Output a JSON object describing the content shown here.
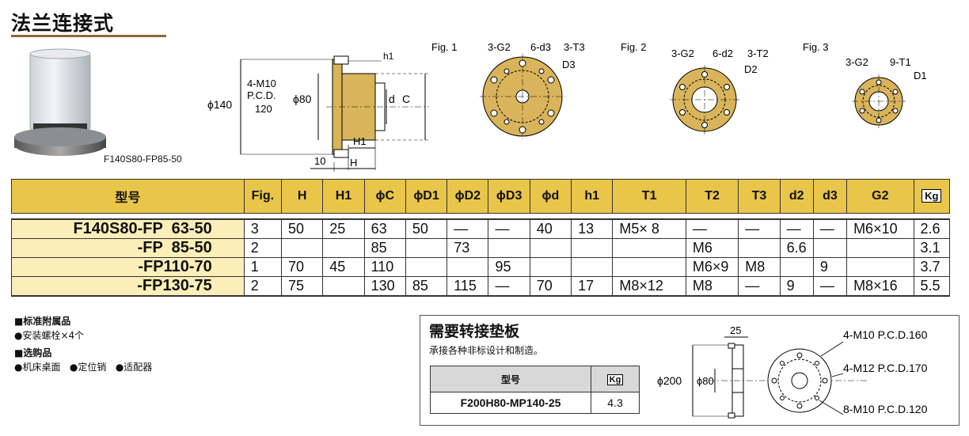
{
  "page_title": "法兰连接式",
  "photo_caption": "F140S80-FP85-50",
  "drawing_labels": {
    "h1": "h1",
    "phi140": "ϕ140",
    "m10_l1": "4-M10",
    "m10_l2": "P.C.D.",
    "m10_l3": "120",
    "phi80": "ϕ80",
    "d": "d",
    "C": "C",
    "H1": "H1",
    "ten": "10",
    "H": "H"
  },
  "figures": [
    {
      "label": "Fig. 1",
      "g": "3-G2",
      "d": "6-d3",
      "t": "3-T3",
      "D": "D3"
    },
    {
      "label": "Fig. 2",
      "g": "3-G2",
      "d": "6-d2",
      "t": "3-T2",
      "D": "D2"
    },
    {
      "label": "Fig. 3",
      "g": "3-G2",
      "t": "9-T1",
      "D": "D1"
    }
  ],
  "table": {
    "headers": [
      "型号",
      "Fig.",
      "H",
      "H1",
      "ϕC",
      "ϕD1",
      "ϕD2",
      "ϕD3",
      "ϕd",
      "h1",
      "T1",
      "T2",
      "T3",
      "d2",
      "d3",
      "G2",
      "Kg"
    ],
    "rows": [
      [
        "F140S80-FP  63-50",
        "3",
        "50",
        "25",
        "63",
        "50",
        "—",
        "—",
        "40",
        "13",
        "M5×  8",
        "—",
        "—",
        "—",
        "—",
        "M6×10",
        "2.6"
      ],
      [
        "-FP  85-50",
        "2",
        "",
        "",
        "85",
        "",
        "73",
        "",
        "",
        "",
        "",
        "M6",
        "",
        "6.6",
        "",
        "",
        "3.1"
      ],
      [
        "-FP110-70",
        "1",
        "70",
        "45",
        "110",
        "",
        "",
        "95",
        "",
        "",
        "",
        "M6×9",
        "M8",
        "",
        "9",
        "",
        "3.7"
      ],
      [
        "-FP130-75",
        "2",
        "75",
        "",
        "130",
        "85",
        "115",
        "—",
        "70",
        "17",
        "M8×12",
        "M8",
        "—",
        "9",
        "—",
        "M8×16",
        "5.5"
      ]
    ]
  },
  "notes": {
    "standard_title": "■标准附属品",
    "standard_item": "●安装螺栓×4个",
    "optional_title": "■选购品",
    "optional_items": "●机床桌面   ●定位销   ●适配器"
  },
  "adapter": {
    "title": "需要转接垫板",
    "subtitle": "承接各种非标设计和制造。",
    "col_model": "型号",
    "col_kg": "Kg",
    "model": "F200H80-MP140-25",
    "kg": "4.3",
    "dim_25": "25",
    "phi200": "ϕ200",
    "phi80": "ϕ80",
    "callout1": "4-M10 P.C.D.160",
    "callout2": "4-M12 P.C.D.170",
    "callout3": "8-M10 P.C.D.120"
  }
}
